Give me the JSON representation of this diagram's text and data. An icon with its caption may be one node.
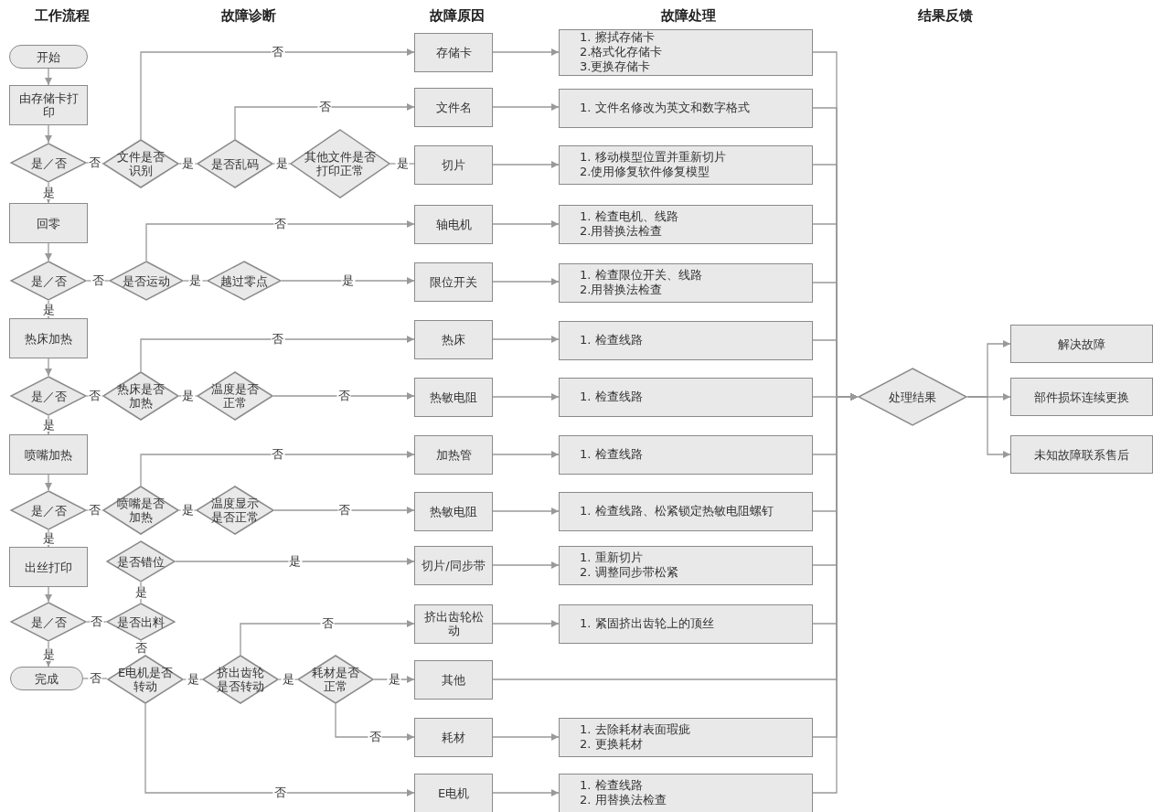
{
  "diagram": {
    "nodes": [
      {
        "text": [
          "开始"
        ]
      },
      {
        "text": [
          "由存储卡打印"
        ]
      },
      {
        "text": [
          "是／否"
        ]
      },
      {
        "text": [
          "回零"
        ]
      },
      {
        "text": [
          "是／否"
        ]
      },
      {
        "text": [
          "热床加热"
        ]
      },
      {
        "text": [
          "是／否"
        ]
      },
      {
        "text": [
          "喷嘴加热"
        ]
      },
      {
        "text": [
          "是／否"
        ]
      },
      {
        "text": [
          "出丝打印"
        ]
      },
      {
        "text": [
          "是／否"
        ]
      },
      {
        "text": [
          "完成"
        ]
      },
      {
        "text": [
          "文件是否识别"
        ]
      },
      {
        "text": [
          "是否乱码"
        ]
      },
      {
        "text": [
          "其他文件是否打印正常"
        ]
      },
      {
        "text": [
          "是否运动"
        ]
      },
      {
        "text": [
          "越过零点"
        ]
      },
      {
        "text": [
          "热床是否加热"
        ]
      },
      {
        "text": [
          "温度是否正常"
        ]
      },
      {
        "text": [
          "喷嘴是否加热"
        ]
      },
      {
        "text": [
          "温度显示是否正常"
        ]
      },
      {
        "text": [
          "是否错位"
        ]
      },
      {
        "text": [
          "是否出料"
        ]
      },
      {
        "text": [
          "E电机是否转动"
        ]
      },
      {
        "text": [
          "挤出齿轮是否转动"
        ]
      },
      {
        "text": [
          "耗材是否正常"
        ]
      },
      {
        "text": [
          "存储卡"
        ]
      },
      {
        "text": [
          "文件名"
        ]
      },
      {
        "text": [
          "切片"
        ]
      },
      {
        "text": [
          "轴电机"
        ]
      },
      {
        "text": [
          "限位开关"
        ]
      },
      {
        "text": [
          "热床"
        ]
      },
      {
        "text": [
          "热敏电阻"
        ]
      },
      {
        "text": [
          "加热管"
        ]
      },
      {
        "text": [
          "热敏电阻"
        ]
      },
      {
        "text": [
          "切片/同步带"
        ]
      },
      {
        "text": [
          "挤出齿轮松动"
        ]
      },
      {
        "text": [
          "其他"
        ]
      },
      {
        "text": [
          "耗材"
        ]
      },
      {
        "text": [
          "E电机"
        ]
      },
      {
        "text": [
          "1. 擦拭存储卡",
          "2.格式化存储卡",
          "3.更换存储卡"
        ]
      },
      {
        "text": [
          "1. 文件名修改为英文和数字格式"
        ]
      },
      {
        "text": [
          "1. 移动模型位置并重新切片",
          "2.使用修复软件修复模型"
        ]
      },
      {
        "text": [
          "1. 检查电机、线路",
          "2.用替换法检查"
        ]
      },
      {
        "text": [
          "1. 检查限位开关、线路",
          "2.用替换法检查"
        ]
      },
      {
        "text": [
          "1. 检查线路"
        ]
      },
      {
        "text": [
          "1. 检查线路"
        ]
      },
      {
        "text": [
          "1. 检查线路"
        ]
      },
      {
        "text": [
          "1. 检查线路、松紧锁定热敏电阻螺钉"
        ]
      },
      {
        "text": [
          "1. 重新切片",
          "2. 调整同步带松紧"
        ]
      },
      {
        "text": [
          "1. 紧固挤出齿轮上的顶丝"
        ]
      },
      {
        "text": [
          "1. 去除耗材表面瑕疵",
          "2. 更换耗材"
        ]
      },
      {
        "text": [
          "1. 检查线路",
          "2. 用替换法检查"
        ]
      },
      {
        "text": [
          "处理结果"
        ]
      },
      {
        "text": [
          "解决故障"
        ]
      },
      {
        "text": [
          "部件损坏连续更换"
        ]
      },
      {
        "text": [
          "未知故障联系售后"
        ]
      }
    ],
    "edges": [
      {
        "from": 0,
        "to": 1,
        "arrow": "to"
      },
      {
        "from": 1,
        "to": 2,
        "arrow": "to"
      },
      {
        "from": 2,
        "to": 3,
        "arrow": "to",
        "label": "是"
      },
      {
        "from": 3,
        "to": 4,
        "arrow": "to"
      },
      {
        "from": 4,
        "to": 5,
        "arrow": "to",
        "label": "是"
      },
      {
        "from": 5,
        "to": 6,
        "arrow": "to"
      },
      {
        "from": 6,
        "to": 7,
        "arrow": "to",
        "label": "是"
      },
      {
        "from": 7,
        "to": 8,
        "arrow": "to"
      },
      {
        "from": 8,
        "to": 9,
        "arrow": "to",
        "label": "是"
      },
      {
        "from": 9,
        "to": 10,
        "arrow": "to"
      },
      {
        "from": 10,
        "to": 11,
        "arrow": "to",
        "label": "是"
      },
      {
        "from": 2,
        "to": 12,
        "arrow": "none",
        "label": "否"
      },
      {
        "from": 12,
        "to": 26,
        "arrow": "to",
        "label": "否"
      },
      {
        "from": 12,
        "to": 13,
        "arrow": "none",
        "label": "是"
      },
      {
        "from": 13,
        "to": 27,
        "arrow": "to",
        "label": "否"
      },
      {
        "from": 13,
        "to": 14,
        "arrow": "none",
        "label": "是"
      },
      {
        "from": 14,
        "to": 28,
        "arrow": "none",
        "label": "是"
      },
      {
        "from": 4,
        "to": 15,
        "arrow": "none",
        "label": "否"
      },
      {
        "from": 15,
        "to": 29,
        "arrow": "to",
        "label": "否"
      },
      {
        "from": 15,
        "to": 16,
        "arrow": "none",
        "label": "是"
      },
      {
        "from": 16,
        "to": 30,
        "arrow": "to",
        "label": "是"
      },
      {
        "from": 6,
        "to": 17,
        "arrow": "none",
        "label": "否"
      },
      {
        "from": 17,
        "to": 31,
        "arrow": "to",
        "label": "否"
      },
      {
        "from": 17,
        "to": 18,
        "arrow": "none",
        "label": "是"
      },
      {
        "from": 18,
        "to": 32,
        "arrow": "to",
        "label": "否"
      },
      {
        "from": 8,
        "to": 19,
        "arrow": "none",
        "label": "否"
      },
      {
        "from": 19,
        "to": 33,
        "arrow": "to",
        "label": "否"
      },
      {
        "from": 19,
        "to": 20,
        "arrow": "none",
        "label": "是"
      },
      {
        "from": 20,
        "to": 34,
        "arrow": "to",
        "label": "否"
      },
      {
        "from": 21,
        "to": 35,
        "arrow": "to",
        "label": "是"
      },
      {
        "from": 21,
        "to": 22,
        "arrow": "none",
        "label": "是"
      },
      {
        "from": 10,
        "to": 22,
        "arrow": "none",
        "label": "否"
      },
      {
        "from": 22,
        "to": 23,
        "arrow": "none",
        "label": "否"
      },
      {
        "from": 11,
        "to": 23,
        "arrow": "none",
        "label": "否"
      },
      {
        "from": 23,
        "to": 24,
        "arrow": "none",
        "label": "是"
      },
      {
        "from": 24,
        "to": 36,
        "arrow": "to",
        "label": "否"
      },
      {
        "from": 24,
        "to": 25,
        "arrow": "none",
        "label": "是"
      },
      {
        "from": 25,
        "to": 37,
        "arrow": "to",
        "label": "是"
      },
      {
        "from": 25,
        "to": 38,
        "arrow": "to",
        "label": "否"
      },
      {
        "from": 23,
        "to": 39,
        "arrow": "to",
        "label": "否"
      },
      {
        "from": 26,
        "to": 40,
        "arrow": "to"
      },
      {
        "from": 27,
        "to": 41,
        "arrow": "to"
      },
      {
        "from": 28,
        "to": 42,
        "arrow": "to"
      },
      {
        "from": 29,
        "to": 43,
        "arrow": "to"
      },
      {
        "from": 30,
        "to": 44,
        "arrow": "to"
      },
      {
        "from": 31,
        "to": 45,
        "arrow": "to"
      },
      {
        "from": 32,
        "to": 46,
        "arrow": "to"
      },
      {
        "from": 33,
        "to": 47,
        "arrow": "to"
      },
      {
        "from": 34,
        "to": 48,
        "arrow": "to"
      },
      {
        "from": 35,
        "to": 49,
        "arrow": "to"
      },
      {
        "from": 36,
        "to": 50,
        "arrow": "to"
      },
      {
        "from": 38,
        "to": 51,
        "arrow": "to"
      },
      {
        "from": 39,
        "to": 52,
        "arrow": "to"
      },
      {
        "from": 40,
        "to": 53,
        "arrow": "to"
      },
      {
        "from": 41,
        "to": 53,
        "arrow": "to"
      },
      {
        "from": 42,
        "to": 53,
        "arrow": "to"
      },
      {
        "from": 43,
        "to": 53,
        "arrow": "to"
      },
      {
        "from": 44,
        "to": 53,
        "arrow": "to"
      },
      {
        "from": 45,
        "to": 53,
        "arrow": "to"
      },
      {
        "from": 46,
        "to": 53,
        "arrow": "to"
      },
      {
        "from": 47,
        "to": 53,
        "arrow": "to"
      },
      {
        "from": 48,
        "to": 53,
        "arrow": "to"
      },
      {
        "from": 49,
        "to": 53,
        "arrow": "to"
      },
      {
        "from": 50,
        "to": 53,
        "arrow": "to"
      },
      {
        "from": 37,
        "to": 53,
        "arrow": "to"
      },
      {
        "from": 51,
        "to": 53,
        "arrow": "to"
      },
      {
        "from": 52,
        "to": 53,
        "arrow": "to"
      },
      {
        "from": 53,
        "to": 54,
        "arrow": "to"
      },
      {
        "from": 53,
        "to": 55,
        "arrow": "to"
      },
      {
        "from": 53,
        "to": 56,
        "arrow": "to"
      }
    ],
    "labels": [
      "工作流程",
      "故障诊断",
      "故障原因",
      "故障处理",
      "结果反馈"
    ]
  }
}
